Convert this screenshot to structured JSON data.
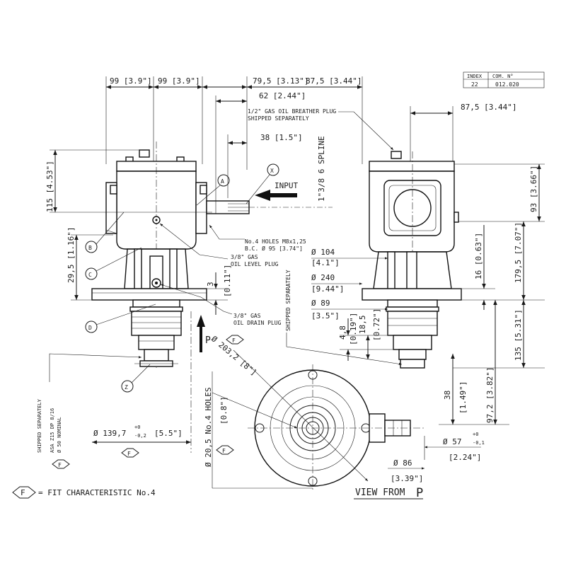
{
  "index_table": {
    "h_index": "INDEX",
    "h_com": "COM. N°",
    "index": "22",
    "com": "012.020"
  },
  "dims": {
    "d99a": "99 [3.9\"]",
    "d99b": "99 [3.9\"]",
    "d795": "79,5 [3.13\"]",
    "d875a": "87,5 [3.44\"]",
    "d62": "62 [2.44\"]",
    "d38": "38 [1.5\"]",
    "d875b": "87,5 [3.44\"]",
    "d115": "115 [4.53\"]",
    "d93": "93 [3.66\"]",
    "spline": "1\"3/8 6 SPLINE",
    "d1795": "179,5 [7.07\"]",
    "d16": "16 [0.63\"]",
    "d295": "29,5 [1.16\"]",
    "d3a": "3",
    "d3b": "[0.11\"]",
    "d104": "Ø 104",
    "d104b": "[4.1\"]",
    "d240": "Ø 240",
    "d240b": "[9.44\"]",
    "d89": "Ø 89",
    "d89b": "[3.5\"]",
    "d48a": "4,8",
    "d48b": "[0.19\"]",
    "d185a": "18,5",
    "d185b": "[0.72\"]",
    "d135": "135 [5.31\"]",
    "d972": "97,2 [3.82\"]",
    "d38c": "38",
    "d38d": "[1.49\"]",
    "d57": "Ø 57",
    "d57tol_up": "+0",
    "d57tol_dn": "-0,1",
    "d57b": "[2.24\"]",
    "d86": "Ø 86",
    "d86b": "[3.39\"]",
    "d2032": "Ø 203,2 [8\"]",
    "d205": "Ø 20,5 No.4 HOLES",
    "d205b": "[0.8\"]",
    "d1397": "Ø 139,7",
    "d1397tol_up": "+0",
    "d1397tol_dn": "-0,2",
    "d1397b": "[5.5\"]"
  },
  "notes": {
    "breather_1": "1/2\" GAS OIL BREATHER PLUG",
    "breather_2": "SHIPPED SEPARATELY",
    "input": "INPUT",
    "holes_1": "No.4 HOLES M8x1,25",
    "holes_2": "B.C. Ø 95 [3.74\"]",
    "level_1": "3/8\" GAS",
    "level_2": "OIL LEVEL PLUG",
    "drain_1": "3/8\" GAS",
    "drain_2": "OIL DRAIN PLUG",
    "shipped_right": "SHIPPED SEPARATELY",
    "shipped_left": "SHIPPED SEPARATELY",
    "asa_1": "ASA Z15 DP 8/16",
    "asa_2": "Ø 50 NOMINAL",
    "p_arrow": "P",
    "view_from": "VIEW FROM",
    "view_p": "P",
    "fit_f": "F",
    "fit_legend": "= FIT CHARACTERISTIC No.4"
  },
  "callouts": {
    "a": "A",
    "b": "B",
    "c": "C",
    "d": "D",
    "x": "X",
    "z": "Z"
  }
}
